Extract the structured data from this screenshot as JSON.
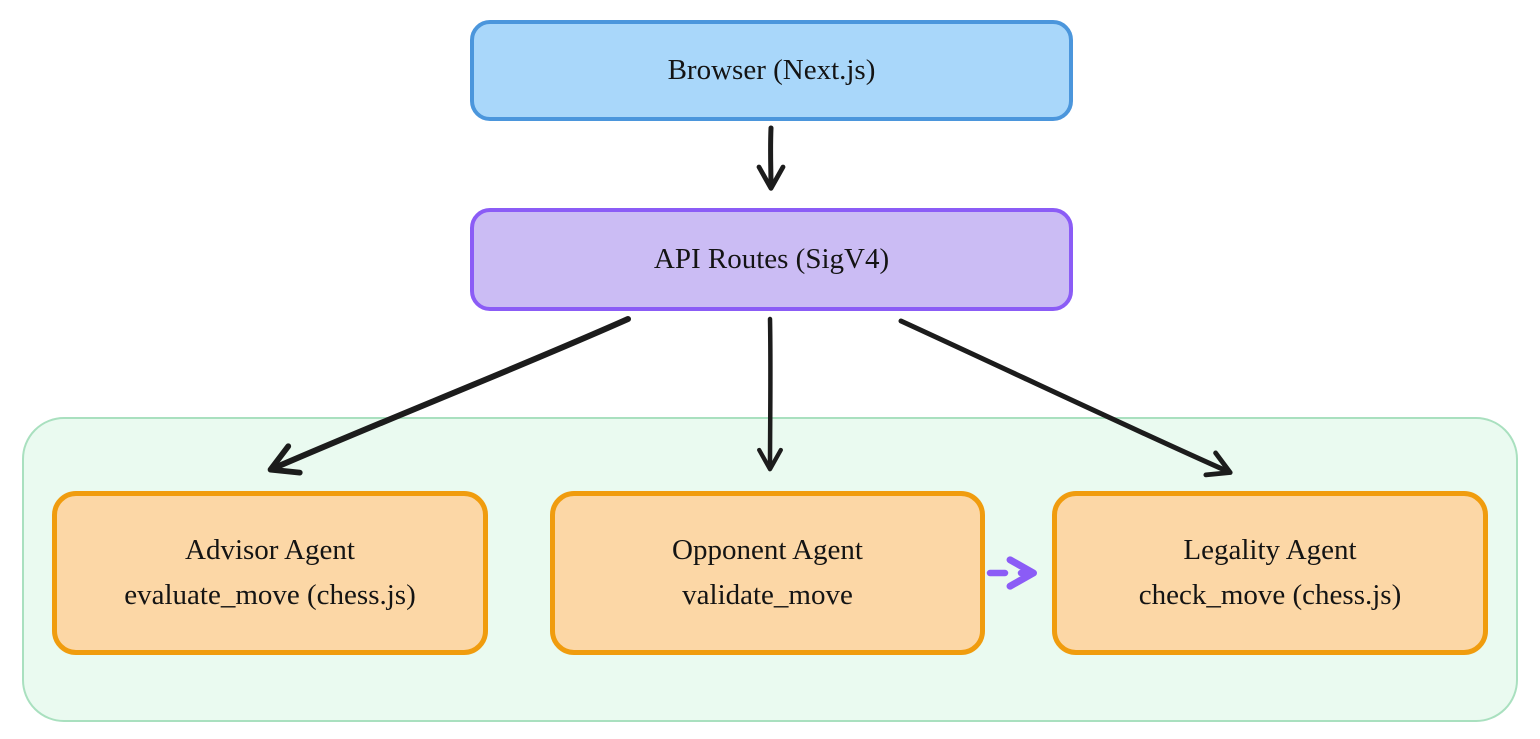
{
  "diagram": {
    "type": "flowchart",
    "nodes": {
      "browser": {
        "label": "Browser (Next.js)"
      },
      "api_routes": {
        "label": "API Routes (SigV4)"
      },
      "advisor": {
        "title": "Advisor Agent",
        "subtitle": "evaluate_move (chess.js)"
      },
      "opponent": {
        "title": "Opponent Agent",
        "subtitle": "validate_move"
      },
      "legality": {
        "title": "Legality Agent",
        "subtitle": "check_move (chess.js)"
      }
    },
    "cluster": {
      "contains": [
        "advisor",
        "opponent",
        "legality"
      ],
      "label": ""
    },
    "edges": [
      {
        "from": "browser",
        "to": "api_routes",
        "style": "solid",
        "color": "#1c1c1c"
      },
      {
        "from": "api_routes",
        "to": "advisor",
        "style": "solid",
        "color": "#1c1c1c"
      },
      {
        "from": "api_routes",
        "to": "opponent",
        "style": "solid",
        "color": "#1c1c1c"
      },
      {
        "from": "api_routes",
        "to": "legality",
        "style": "solid",
        "color": "#1c1c1c"
      },
      {
        "from": "opponent",
        "to": "legality",
        "style": "dashed",
        "color": "#8b5cf6"
      }
    ],
    "colors": {
      "browser_fill": "#a9d7fa",
      "browser_border": "#4b96dc",
      "api_fill": "#cbbcf4",
      "api_border": "#8b5cf6",
      "agent_fill": "#fcd7a6",
      "agent_border": "#f09c0e",
      "cluster_fill": "#eafaf0",
      "cluster_border": "#a9e0bf",
      "edge_black": "#1c1c1c",
      "edge_purple": "#8b5cf6",
      "text": "#141414",
      "canvas": "#ffffff"
    }
  }
}
